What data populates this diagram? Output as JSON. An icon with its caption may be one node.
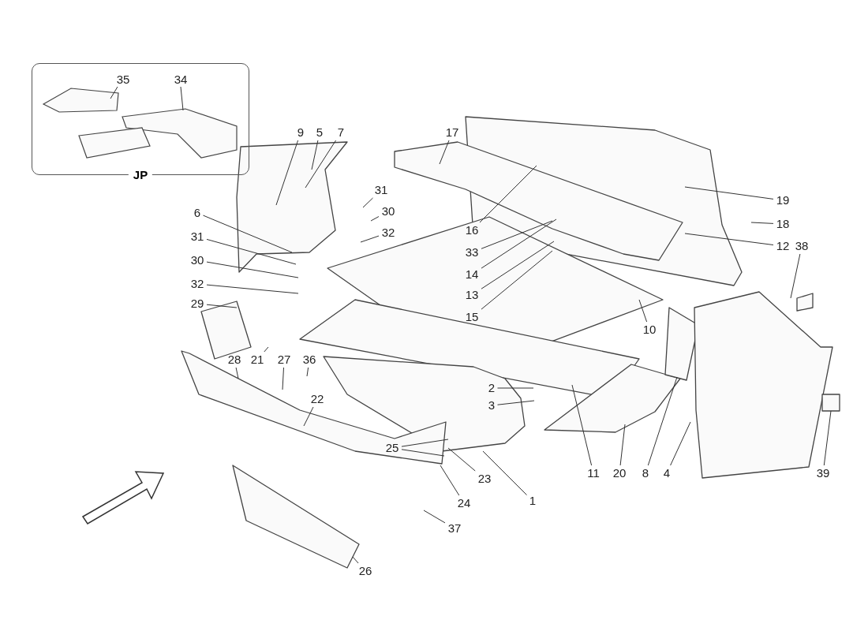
{
  "diagram": {
    "nodes": [
      {
        "text": [
          "JP"
        ]
      },
      {
        "text": [
          "35"
        ],
        "in": 0
      },
      {
        "text": [
          "34"
        ],
        "in": 0
      },
      {
        "text": [
          "9"
        ]
      },
      {
        "text": [
          "5"
        ]
      },
      {
        "text": [
          "7"
        ]
      },
      {
        "text": [
          "17"
        ]
      },
      {
        "text": [
          "6"
        ]
      },
      {
        "text": [
          "31"
        ]
      },
      {
        "text": [
          "30"
        ]
      },
      {
        "text": [
          "32"
        ]
      },
      {
        "text": [
          "29"
        ]
      },
      {
        "text": [
          "31"
        ]
      },
      {
        "text": [
          "30"
        ]
      },
      {
        "text": [
          "32"
        ]
      },
      {
        "text": [
          "16"
        ]
      },
      {
        "text": [
          "33"
        ]
      },
      {
        "text": [
          "14"
        ]
      },
      {
        "text": [
          "13"
        ]
      },
      {
        "text": [
          "15"
        ]
      },
      {
        "text": [
          "19"
        ]
      },
      {
        "text": [
          "18"
        ]
      },
      {
        "text": [
          "12"
        ]
      },
      {
        "text": [
          "38"
        ]
      },
      {
        "text": [
          "10"
        ]
      },
      {
        "text": [
          "28"
        ]
      },
      {
        "text": [
          "21"
        ]
      },
      {
        "text": [
          "27"
        ]
      },
      {
        "text": [
          "36"
        ]
      },
      {
        "text": [
          "22"
        ]
      },
      {
        "text": [
          "2"
        ]
      },
      {
        "text": [
          "3"
        ]
      },
      {
        "text": [
          "25"
        ]
      },
      {
        "text": [
          "23"
        ]
      },
      {
        "text": [
          "24"
        ]
      },
      {
        "text": [
          "1"
        ]
      },
      {
        "text": [
          "37"
        ]
      },
      {
        "text": [
          "26"
        ]
      },
      {
        "text": [
          "11"
        ]
      },
      {
        "text": [
          "20"
        ]
      },
      {
        "text": [
          "8"
        ]
      },
      {
        "text": [
          "4"
        ]
      },
      {
        "text": [
          "39"
        ]
      }
    ],
    "edges": [
      {
        "from": 1,
        "to": null,
        "arrow": "none"
      },
      {
        "from": 2,
        "to": null,
        "arrow": "none"
      },
      {
        "from": 3,
        "to": null,
        "arrow": "none"
      },
      {
        "from": 4,
        "to": null,
        "arrow": "none"
      },
      {
        "from": 5,
        "to": null,
        "arrow": "none"
      },
      {
        "from": 6,
        "to": null,
        "arrow": "none"
      },
      {
        "from": 7,
        "to": null,
        "arrow": "none"
      },
      {
        "from": 8,
        "to": null,
        "arrow": "none"
      },
      {
        "from": 9,
        "to": null,
        "arrow": "none"
      },
      {
        "from": 10,
        "to": null,
        "arrow": "none"
      },
      {
        "from": 11,
        "to": null,
        "arrow": "none"
      },
      {
        "from": 12,
        "to": null,
        "arrow": "none"
      },
      {
        "from": 13,
        "to": null,
        "arrow": "none"
      },
      {
        "from": 14,
        "to": null,
        "arrow": "none"
      },
      {
        "from": 15,
        "to": null,
        "arrow": "none"
      },
      {
        "from": 16,
        "to": null,
        "arrow": "none"
      },
      {
        "from": 17,
        "to": null,
        "arrow": "none"
      },
      {
        "from": 18,
        "to": null,
        "arrow": "none"
      },
      {
        "from": 19,
        "to": null,
        "arrow": "none"
      },
      {
        "from": 20,
        "to": null,
        "arrow": "none"
      },
      {
        "from": 21,
        "to": null,
        "arrow": "none"
      },
      {
        "from": 22,
        "to": null,
        "arrow": "none"
      },
      {
        "from": 23,
        "to": null,
        "arrow": "none"
      },
      {
        "from": 24,
        "to": null,
        "arrow": "none"
      },
      {
        "from": 25,
        "to": null,
        "arrow": "none"
      },
      {
        "from": 26,
        "to": null,
        "arrow": "none"
      },
      {
        "from": 27,
        "to": null,
        "arrow": "none"
      },
      {
        "from": 28,
        "to": null,
        "arrow": "none"
      },
      {
        "from": 29,
        "to": null,
        "arrow": "none"
      },
      {
        "from": 30,
        "to": null,
        "arrow": "none"
      },
      {
        "from": 31,
        "to": null,
        "arrow": "none"
      },
      {
        "from": 32,
        "to": null,
        "arrow": "none"
      },
      {
        "from": 32,
        "to": null,
        "arrow": "none"
      },
      {
        "from": 33,
        "to": null,
        "arrow": "none"
      },
      {
        "from": 34,
        "to": null,
        "arrow": "none"
      },
      {
        "from": 35,
        "to": null,
        "arrow": "none"
      },
      {
        "from": 36,
        "to": null,
        "arrow": "none"
      },
      {
        "from": 37,
        "to": null,
        "arrow": "none"
      },
      {
        "from": 38,
        "to": null,
        "arrow": "none"
      },
      {
        "from": 39,
        "to": null,
        "arrow": "none"
      },
      {
        "from": 40,
        "to": null,
        "arrow": "none"
      },
      {
        "from": 41,
        "to": null,
        "arrow": "none"
      },
      {
        "from": 42,
        "to": null,
        "arrow": "none"
      }
    ]
  }
}
